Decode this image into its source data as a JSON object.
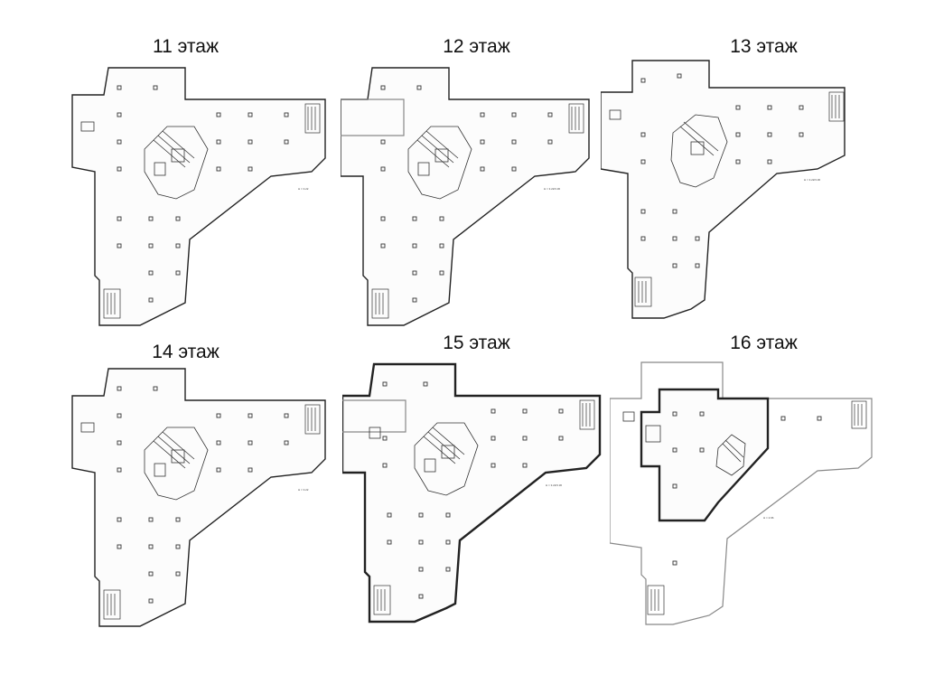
{
  "floors": [
    {
      "label": "11 этаж"
    },
    {
      "label": "12 этаж"
    },
    {
      "label": "13 этаж"
    },
    {
      "label": "14 этаж"
    },
    {
      "label": "15 этаж"
    },
    {
      "label": "16 этаж"
    }
  ]
}
